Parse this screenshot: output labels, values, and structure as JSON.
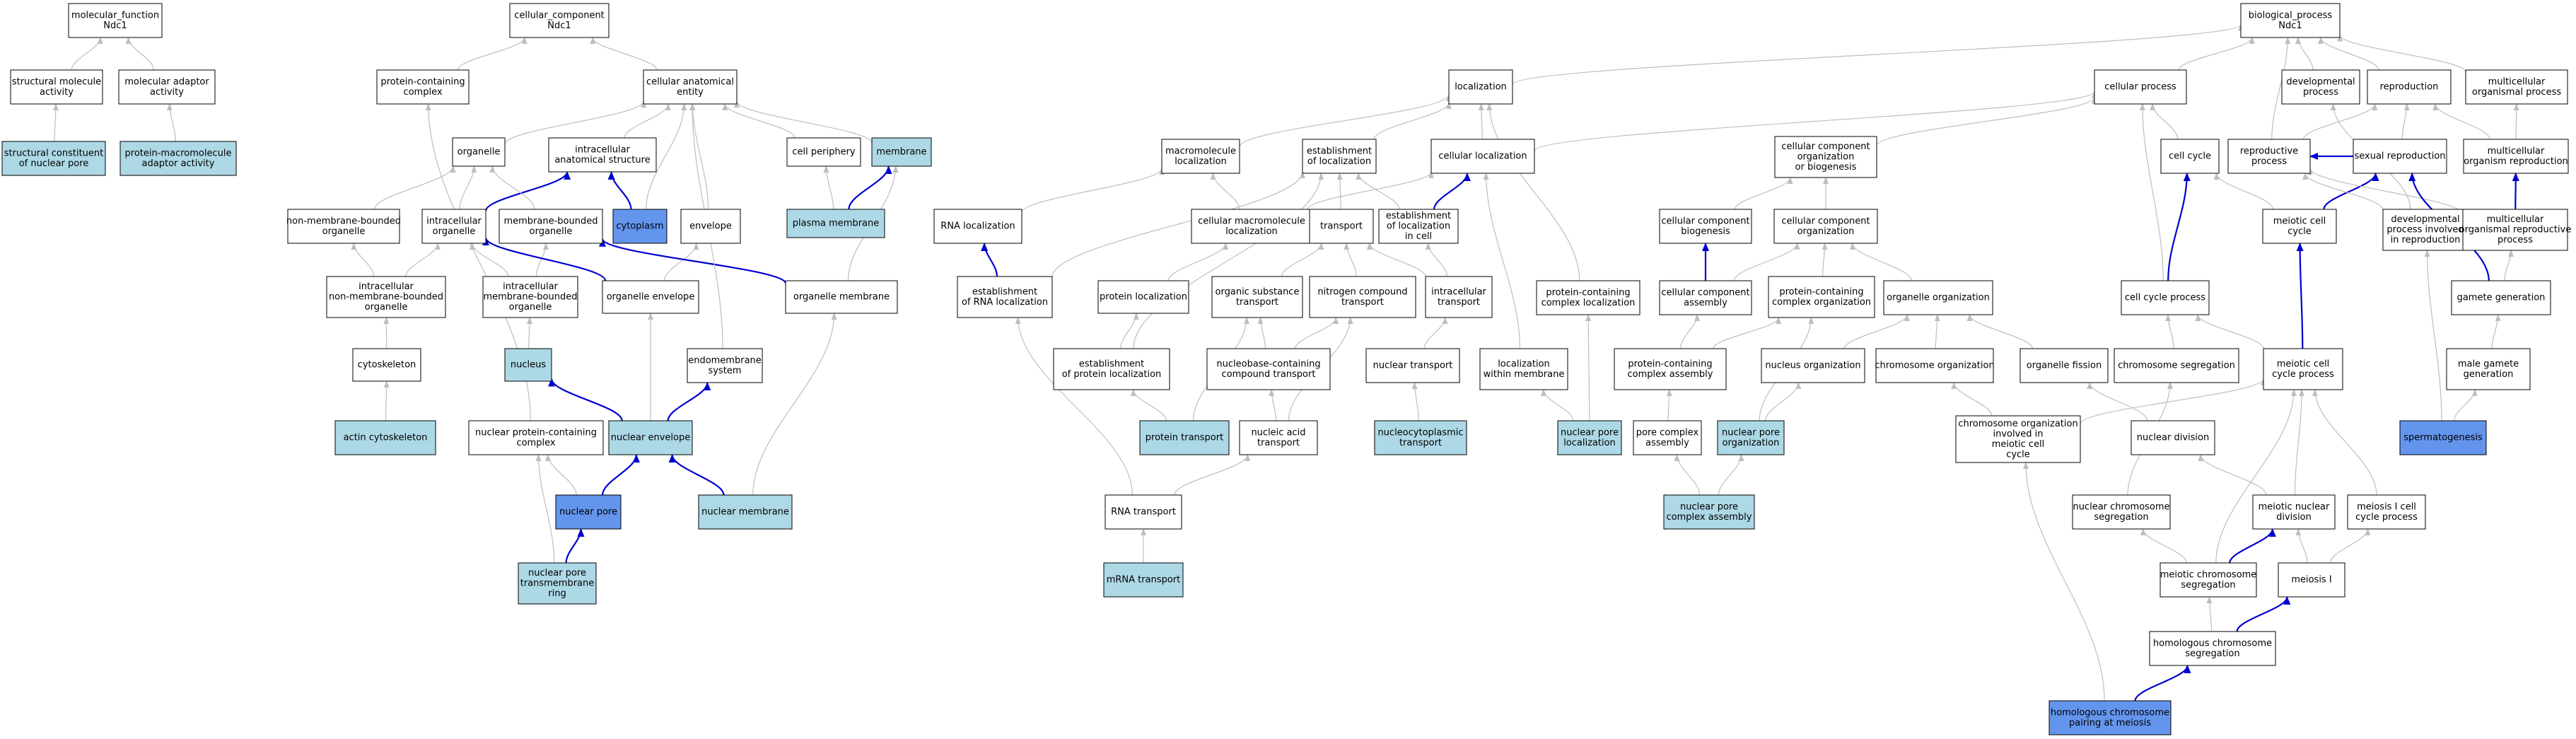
{
  "colors": {
    "plain": "#ffffff",
    "light": "#add8e6",
    "dark": "#6495ed",
    "edge_gray": "#bebebe",
    "edge_blue": "#0000cd",
    "border": "#000000"
  },
  "nodes": [
    {
      "id": "mf",
      "lines": [
        "molecular_function",
        "Ndc1"
      ],
      "style": "plain"
    },
    {
      "id": "sma",
      "lines": [
        "structural molecule",
        "activity"
      ],
      "style": "plain"
    },
    {
      "id": "mada",
      "lines": [
        "molecular adaptor",
        "activity"
      ],
      "style": "plain"
    },
    {
      "id": "scnp",
      "lines": [
        "structural constituent",
        "of nuclear pore"
      ],
      "style": "light"
    },
    {
      "id": "pmaa",
      "lines": [
        "protein-macromolecule",
        "adaptor activity"
      ],
      "style": "light"
    },
    {
      "id": "cc",
      "lines": [
        "cellular_component",
        "Ndc1"
      ],
      "style": "plain"
    },
    {
      "id": "pcc",
      "lines": [
        "protein-containing",
        "complex"
      ],
      "style": "plain"
    },
    {
      "id": "cae",
      "lines": [
        "cellular anatomical",
        "entity"
      ],
      "style": "plain"
    },
    {
      "id": "org",
      "lines": [
        "organelle"
      ],
      "style": "plain"
    },
    {
      "id": "ias",
      "lines": [
        "intracellular",
        "anatomical structure"
      ],
      "style": "plain"
    },
    {
      "id": "cper",
      "lines": [
        "cell periphery"
      ],
      "style": "plain"
    },
    {
      "id": "mem",
      "lines": [
        "membrane"
      ],
      "style": "light"
    },
    {
      "id": "nmbo",
      "lines": [
        "non-membrane-bounded",
        "organelle"
      ],
      "style": "plain"
    },
    {
      "id": "io",
      "lines": [
        "intracellular",
        "organelle"
      ],
      "style": "plain"
    },
    {
      "id": "mbo",
      "lines": [
        "membrane-bounded",
        "organelle"
      ],
      "style": "plain"
    },
    {
      "id": "cyto",
      "lines": [
        "cytoplasm"
      ],
      "style": "dark"
    },
    {
      "id": "env",
      "lines": [
        "envelope"
      ],
      "style": "plain"
    },
    {
      "id": "pmem",
      "lines": [
        "plasma membrane"
      ],
      "style": "light"
    },
    {
      "id": "inmbo",
      "lines": [
        "intracellular",
        "non-membrane-bounded",
        "organelle"
      ],
      "style": "plain"
    },
    {
      "id": "imbo",
      "lines": [
        "intracellular",
        "membrane-bounded",
        "organelle"
      ],
      "style": "plain"
    },
    {
      "id": "oenv",
      "lines": [
        "organelle envelope"
      ],
      "style": "plain"
    },
    {
      "id": "omem",
      "lines": [
        "organelle membrane"
      ],
      "style": "plain"
    },
    {
      "id": "csk",
      "lines": [
        "cytoskeleton"
      ],
      "style": "plain"
    },
    {
      "id": "nuc",
      "lines": [
        "nucleus"
      ],
      "style": "light"
    },
    {
      "id": "ems",
      "lines": [
        "endomembrane",
        "system"
      ],
      "style": "plain"
    },
    {
      "id": "acsk",
      "lines": [
        "actin cytoskeleton"
      ],
      "style": "light"
    },
    {
      "id": "npcc",
      "lines": [
        "nuclear protein-containing",
        "complex"
      ],
      "style": "plain"
    },
    {
      "id": "nenv",
      "lines": [
        "nuclear envelope"
      ],
      "style": "light"
    },
    {
      "id": "npore",
      "lines": [
        "nuclear pore"
      ],
      "style": "dark"
    },
    {
      "id": "nmem",
      "lines": [
        "nuclear membrane"
      ],
      "style": "light"
    },
    {
      "id": "nptr",
      "lines": [
        "nuclear pore",
        "transmembrane",
        "ring"
      ],
      "style": "light"
    },
    {
      "id": "bp",
      "lines": [
        "biological_process",
        "Ndc1"
      ],
      "style": "plain"
    },
    {
      "id": "loc",
      "lines": [
        "localization"
      ],
      "style": "plain"
    },
    {
      "id": "cp",
      "lines": [
        "cellular process"
      ],
      "style": "plain"
    },
    {
      "id": "dp",
      "lines": [
        "developmental",
        "process"
      ],
      "style": "plain"
    },
    {
      "id": "rep",
      "lines": [
        "reproduction"
      ],
      "style": "plain"
    },
    {
      "id": "mop",
      "lines": [
        "multicellular",
        "organismal process"
      ],
      "style": "plain"
    },
    {
      "id": "mml",
      "lines": [
        "macromolecule",
        "localization"
      ],
      "style": "plain"
    },
    {
      "id": "eol",
      "lines": [
        "establishment",
        "of localization"
      ],
      "style": "plain"
    },
    {
      "id": "cl",
      "lines": [
        "cellular localization"
      ],
      "style": "plain"
    },
    {
      "id": "ccob",
      "lines": [
        "cellular component",
        "organization",
        "or biogenesis"
      ],
      "style": "plain"
    },
    {
      "id": "ccy",
      "lines": [
        "cell cycle"
      ],
      "style": "plain"
    },
    {
      "id": "rp",
      "lines": [
        "reproductive",
        "process"
      ],
      "style": "plain"
    },
    {
      "id": "sr",
      "lines": [
        "sexual reproduction"
      ],
      "style": "plain"
    },
    {
      "id": "mor",
      "lines": [
        "multicellular",
        "organism reproduction"
      ],
      "style": "plain"
    },
    {
      "id": "rnal",
      "lines": [
        "RNA localization"
      ],
      "style": "plain"
    },
    {
      "id": "cmml",
      "lines": [
        "cellular macromolecule",
        "localization"
      ],
      "style": "plain"
    },
    {
      "id": "tr",
      "lines": [
        "transport"
      ],
      "style": "plain"
    },
    {
      "id": "elic",
      "lines": [
        "establishment",
        "of localization",
        "in cell"
      ],
      "style": "plain"
    },
    {
      "id": "ccb",
      "lines": [
        "cellular component",
        "biogenesis"
      ],
      "style": "plain"
    },
    {
      "id": "cco",
      "lines": [
        "cellular component",
        "organization"
      ],
      "style": "plain"
    },
    {
      "id": "mcc",
      "lines": [
        "meiotic cell",
        "cycle"
      ],
      "style": "plain"
    },
    {
      "id": "dpir",
      "lines": [
        "developmental",
        "process involved",
        "in reproduction"
      ],
      "style": "plain"
    },
    {
      "id": "morp",
      "lines": [
        "multicellular",
        "organismal reproductive",
        "process"
      ],
      "style": "plain"
    },
    {
      "id": "erl",
      "lines": [
        "establishment",
        "of RNA localization"
      ],
      "style": "plain"
    },
    {
      "id": "prl",
      "lines": [
        "protein localization"
      ],
      "style": "plain"
    },
    {
      "id": "ost",
      "lines": [
        "organic substance",
        "transport"
      ],
      "style": "plain"
    },
    {
      "id": "nct",
      "lines": [
        "nitrogen compound",
        "transport"
      ],
      "style": "plain"
    },
    {
      "id": "itr",
      "lines": [
        "intracellular",
        "transport"
      ],
      "style": "plain"
    },
    {
      "id": "pccl",
      "lines": [
        "protein-containing",
        "complex localization"
      ],
      "style": "plain"
    },
    {
      "id": "cca",
      "lines": [
        "cellular component",
        "assembly"
      ],
      "style": "plain"
    },
    {
      "id": "pcco",
      "lines": [
        "protein-containing",
        "complex organization"
      ],
      "style": "plain"
    },
    {
      "id": "oo",
      "lines": [
        "organelle organization"
      ],
      "style": "plain"
    },
    {
      "id": "ccp",
      "lines": [
        "cell cycle process"
      ],
      "style": "plain"
    },
    {
      "id": "gg",
      "lines": [
        "gamete generation"
      ],
      "style": "plain"
    },
    {
      "id": "epl",
      "lines": [
        "establishment",
        "of protein localization"
      ],
      "style": "plain"
    },
    {
      "id": "nbct",
      "lines": [
        "nucleobase-containing",
        "compound transport"
      ],
      "style": "plain"
    },
    {
      "id": "ntr",
      "lines": [
        "nuclear transport"
      ],
      "style": "plain"
    },
    {
      "id": "lwm",
      "lines": [
        "localization",
        "within membrane"
      ],
      "style": "plain"
    },
    {
      "id": "pcca",
      "lines": [
        "protein-containing",
        "complex assembly"
      ],
      "style": "plain"
    },
    {
      "id": "nuo",
      "lines": [
        "nucleus organization"
      ],
      "style": "plain"
    },
    {
      "id": "cho",
      "lines": [
        "chromosome organization"
      ],
      "style": "plain"
    },
    {
      "id": "of",
      "lines": [
        "organelle fission"
      ],
      "style": "plain"
    },
    {
      "id": "cs",
      "lines": [
        "chromosome segregation"
      ],
      "style": "plain"
    },
    {
      "id": "mccp",
      "lines": [
        "meiotic cell",
        "cycle process"
      ],
      "style": "plain"
    },
    {
      "id": "mgg",
      "lines": [
        "male gamete",
        "generation"
      ],
      "style": "plain"
    },
    {
      "id": "ptr",
      "lines": [
        "protein transport"
      ],
      "style": "light"
    },
    {
      "id": "nat",
      "lines": [
        "nucleic acid",
        "transport"
      ],
      "style": "plain"
    },
    {
      "id": "nctr",
      "lines": [
        "nucleocytoplasmic",
        "transport"
      ],
      "style": "light"
    },
    {
      "id": "nprl",
      "lines": [
        "nuclear pore",
        "localization"
      ],
      "style": "light"
    },
    {
      "id": "pca",
      "lines": [
        "pore complex",
        "assembly"
      ],
      "style": "plain"
    },
    {
      "id": "npo",
      "lines": [
        "nuclear pore",
        "organization"
      ],
      "style": "light"
    },
    {
      "id": "coim",
      "lines": [
        "chromosome organization",
        "involved in",
        "meiotic cell",
        "cycle"
      ],
      "style": "plain"
    },
    {
      "id": "nd",
      "lines": [
        "nuclear division"
      ],
      "style": "plain"
    },
    {
      "id": "sperm",
      "lines": [
        "spermatogenesis"
      ],
      "style": "dark"
    },
    {
      "id": "rnat",
      "lines": [
        "RNA transport"
      ],
      "style": "plain"
    },
    {
      "id": "npca",
      "lines": [
        "nuclear pore",
        "complex assembly"
      ],
      "style": "light"
    },
    {
      "id": "ncs",
      "lines": [
        "nuclear chromosome",
        "segregation"
      ],
      "style": "plain"
    },
    {
      "id": "mnd",
      "lines": [
        "meiotic nuclear",
        "division"
      ],
      "style": "plain"
    },
    {
      "id": "micp",
      "lines": [
        "meiosis I cell",
        "cycle process"
      ],
      "style": "plain"
    },
    {
      "id": "mrnat",
      "lines": [
        "mRNA transport"
      ],
      "style": "light"
    },
    {
      "id": "mcs",
      "lines": [
        "meiotic chromosome",
        "segregation"
      ],
      "style": "plain"
    },
    {
      "id": "m1",
      "lines": [
        "meiosis I"
      ],
      "style": "plain"
    },
    {
      "id": "hcs",
      "lines": [
        "homologous chromosome",
        "segregation"
      ],
      "style": "plain"
    },
    {
      "id": "hcpm",
      "lines": [
        "homologous chromosome",
        "pairing at meiosis"
      ],
      "style": "dark"
    }
  ],
  "edges": [
    [
      "sma",
      "mf",
      "g"
    ],
    [
      "mada",
      "mf",
      "g"
    ],
    [
      "scnp",
      "sma",
      "g"
    ],
    [
      "pmaa",
      "mada",
      "g"
    ],
    [
      "pcc",
      "cc",
      "g"
    ],
    [
      "cae",
      "cc",
      "g"
    ],
    [
      "org",
      "cae",
      "g"
    ],
    [
      "ias",
      "cae",
      "g"
    ],
    [
      "cper",
      "cae",
      "g"
    ],
    [
      "mem",
      "cae",
      "g"
    ],
    [
      "nmbo",
      "org",
      "g"
    ],
    [
      "io",
      "org",
      "g"
    ],
    [
      "io",
      "ias",
      "b"
    ],
    [
      "mbo",
      "org",
      "g"
    ],
    [
      "cyto",
      "ias",
      "b"
    ],
    [
      "cyto",
      "cae",
      "g"
    ],
    [
      "env",
      "cae",
      "g"
    ],
    [
      "pmem",
      "cper",
      "g"
    ],
    [
      "pmem",
      "mem",
      "b"
    ],
    [
      "inmbo",
      "nmbo",
      "g"
    ],
    [
      "inmbo",
      "io",
      "g"
    ],
    [
      "imbo",
      "io",
      "g"
    ],
    [
      "imbo",
      "mbo",
      "g"
    ],
    [
      "oenv",
      "env",
      "g"
    ],
    [
      "oenv",
      "io",
      "b"
    ],
    [
      "omem",
      "mem",
      "g"
    ],
    [
      "omem",
      "mbo",
      "b"
    ],
    [
      "csk",
      "inmbo",
      "g"
    ],
    [
      "nuc",
      "imbo",
      "g"
    ],
    [
      "ems",
      "cae",
      "g"
    ],
    [
      "acsk",
      "csk",
      "g"
    ],
    [
      "npcc",
      "pcc",
      "g"
    ],
    [
      "nenv",
      "oenv",
      "g"
    ],
    [
      "nenv",
      "nuc",
      "b"
    ],
    [
      "nenv",
      "ems",
      "b"
    ],
    [
      "npore",
      "npcc",
      "g"
    ],
    [
      "npore",
      "nenv",
      "b"
    ],
    [
      "nmem",
      "nenv",
      "b"
    ],
    [
      "nmem",
      "omem",
      "g"
    ],
    [
      "nptr",
      "npcc",
      "g"
    ],
    [
      "nptr",
      "npore",
      "b"
    ],
    [
      "loc",
      "bp",
      "g"
    ],
    [
      "cp",
      "bp",
      "g"
    ],
    [
      "dp",
      "bp",
      "g"
    ],
    [
      "rep",
      "bp",
      "g"
    ],
    [
      "mop",
      "bp",
      "g"
    ],
    [
      "mml",
      "loc",
      "g"
    ],
    [
      "eol",
      "loc",
      "g"
    ],
    [
      "cl",
      "loc",
      "g"
    ],
    [
      "cl",
      "cp",
      "g"
    ],
    [
      "ccob",
      "cp",
      "g"
    ],
    [
      "ccy",
      "cp",
      "g"
    ],
    [
      "rp",
      "rep",
      "g"
    ],
    [
      "rp",
      "bp",
      "g"
    ],
    [
      "sr",
      "rep",
      "g"
    ],
    [
      "sr",
      "rp",
      "b"
    ],
    [
      "mor",
      "rep",
      "g"
    ],
    [
      "mor",
      "mop",
      "g"
    ],
    [
      "rnal",
      "mml",
      "g"
    ],
    [
      "cmml",
      "mml",
      "g"
    ],
    [
      "cmml",
      "cl",
      "g"
    ],
    [
      "tr",
      "eol",
      "g"
    ],
    [
      "elic",
      "eol",
      "g"
    ],
    [
      "elic",
      "cl",
      "b"
    ],
    [
      "ccb",
      "ccob",
      "g"
    ],
    [
      "cco",
      "ccob",
      "g"
    ],
    [
      "mcc",
      "ccy",
      "g"
    ],
    [
      "mcc",
      "sr",
      "b"
    ],
    [
      "dpir",
      "rp",
      "g"
    ],
    [
      "dpir",
      "dp",
      "g"
    ],
    [
      "morp",
      "mor",
      "b"
    ],
    [
      "morp",
      "rp",
      "g"
    ],
    [
      "erl",
      "rnal",
      "b"
    ],
    [
      "erl",
      "eol",
      "g"
    ],
    [
      "prl",
      "cmml",
      "g"
    ],
    [
      "ost",
      "tr",
      "g"
    ],
    [
      "nct",
      "tr",
      "g"
    ],
    [
      "itr",
      "tr",
      "g"
    ],
    [
      "itr",
      "elic",
      "g"
    ],
    [
      "pccl",
      "loc",
      "g"
    ],
    [
      "cca",
      "ccb",
      "b"
    ],
    [
      "cca",
      "cco",
      "g"
    ],
    [
      "pcco",
      "cco",
      "g"
    ],
    [
      "oo",
      "cco",
      "g"
    ],
    [
      "ccp",
      "ccy",
      "b"
    ],
    [
      "ccp",
      "cp",
      "g"
    ],
    [
      "gg",
      "morp",
      "g"
    ],
    [
      "gg",
      "sr",
      "b"
    ],
    [
      "epl",
      "prl",
      "g"
    ],
    [
      "epl",
      "eol",
      "g"
    ],
    [
      "nbct",
      "ost",
      "g"
    ],
    [
      "nbct",
      "nct",
      "g"
    ],
    [
      "ntr",
      "itr",
      "g"
    ],
    [
      "lwm",
      "cl",
      "g"
    ],
    [
      "pcca",
      "cca",
      "g"
    ],
    [
      "pcca",
      "pcco",
      "g"
    ],
    [
      "nuo",
      "oo",
      "g"
    ],
    [
      "cho",
      "oo",
      "g"
    ],
    [
      "of",
      "oo",
      "g"
    ],
    [
      "cs",
      "ccp",
      "g"
    ],
    [
      "mccp",
      "ccp",
      "g"
    ],
    [
      "mccp",
      "mcc",
      "b"
    ],
    [
      "mgg",
      "gg",
      "g"
    ],
    [
      "ptr",
      "ost",
      "g"
    ],
    [
      "ptr",
      "epl",
      "g"
    ],
    [
      "nat",
      "nbct",
      "g"
    ],
    [
      "nat",
      "nct",
      "g"
    ],
    [
      "nctr",
      "ntr",
      "g"
    ],
    [
      "nprl",
      "pccl",
      "g"
    ],
    [
      "nprl",
      "lwm",
      "g"
    ],
    [
      "pca",
      "pcca",
      "g"
    ],
    [
      "npo",
      "nuo",
      "g"
    ],
    [
      "npo",
      "pcco",
      "g"
    ],
    [
      "coim",
      "cho",
      "g"
    ],
    [
      "coim",
      "mccp",
      "g"
    ],
    [
      "nd",
      "of",
      "g"
    ],
    [
      "sperm",
      "mgg",
      "g"
    ],
    [
      "sperm",
      "dpir",
      "g"
    ],
    [
      "rnat",
      "erl",
      "g"
    ],
    [
      "rnat",
      "nat",
      "g"
    ],
    [
      "npca",
      "pca",
      "g"
    ],
    [
      "npca",
      "npo",
      "g"
    ],
    [
      "ncs",
      "cs",
      "g"
    ],
    [
      "mnd",
      "nd",
      "g"
    ],
    [
      "mnd",
      "mccp",
      "g"
    ],
    [
      "micp",
      "mccp",
      "g"
    ],
    [
      "mrnat",
      "rnat",
      "g"
    ],
    [
      "mcs",
      "ncs",
      "g"
    ],
    [
      "mcs",
      "mnd",
      "b"
    ],
    [
      "mcs",
      "mccp",
      "g"
    ],
    [
      "m1",
      "micp",
      "g"
    ],
    [
      "m1",
      "mnd",
      "g"
    ],
    [
      "hcs",
      "mcs",
      "g"
    ],
    [
      "hcs",
      "m1",
      "b"
    ],
    [
      "hcpm",
      "hcs",
      "b"
    ],
    [
      "hcpm",
      "coim",
      "g"
    ]
  ]
}
